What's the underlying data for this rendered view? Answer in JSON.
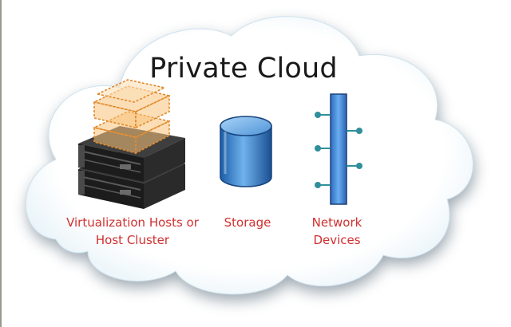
{
  "diagram": {
    "title": "Private Cloud",
    "components": [
      {
        "id": "hosts",
        "label_lines": [
          "Virtualization Hosts or",
          "Host Cluster"
        ]
      },
      {
        "id": "storage",
        "label_lines": [
          "Storage"
        ]
      },
      {
        "id": "network",
        "label_lines": [
          "Network",
          "Devices"
        ]
      }
    ],
    "colors": {
      "label": "#d12f2f",
      "title": "#1a1a1a",
      "server_body": "#1c1c1c",
      "virtual_server": "#f3a64a",
      "storage_blue": "#3a86d0",
      "network_blue": "#4a8fe0",
      "port_teal": "#2f8f9a"
    },
    "icons": [
      "cloud-shape",
      "server-rack-icon",
      "virtual-server-icon",
      "storage-cylinder-icon",
      "network-switch-icon"
    ]
  }
}
